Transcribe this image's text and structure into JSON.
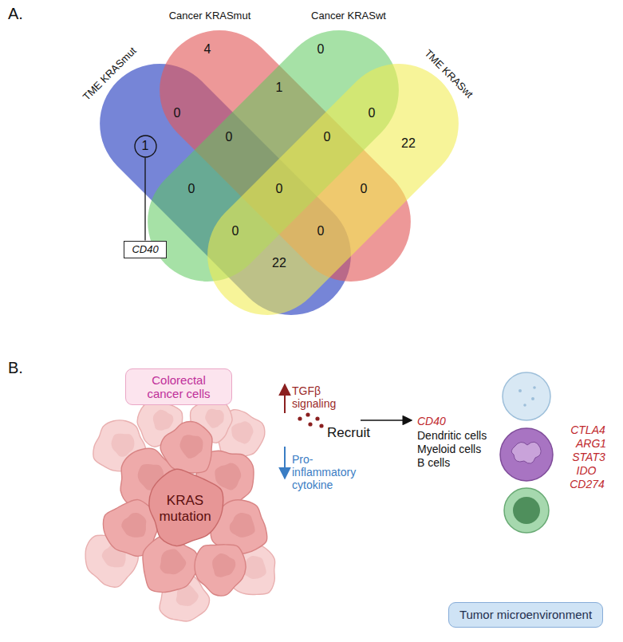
{
  "diagram": {
    "nodes": [
      {
        "text": [
          "1"
        ]
      },
      {
        "text": [
          "CD40"
        ]
      },
      {
        "text": [
          "Colorectal cancer cells"
        ]
      },
      {
        "text": [
          "Tumor microenvironment"
        ]
      }
    ],
    "edges": [
      {
        "from": 0,
        "to": 1,
        "arrow": "none"
      }
    ],
    "labels": [
      "A.",
      "Cancer KRASmut",
      "Cancer KRASwt",
      "TME KRASmut",
      "TME KRASwt",
      "4",
      "0",
      "1",
      "0",
      "0",
      "22",
      "0",
      "0",
      "0",
      "0",
      "0",
      "0",
      "0",
      "22",
      "B.",
      "KRAS mutation",
      "TGFβ signaling",
      "Pro-inflammatory cytokine",
      "Recruit",
      "CD40",
      "Dendritic cells",
      "Myeloid cells",
      "B cells",
      "CTLA4",
      "ARG1",
      "STAT3",
      "IDO",
      "CD274"
    ]
  }
}
